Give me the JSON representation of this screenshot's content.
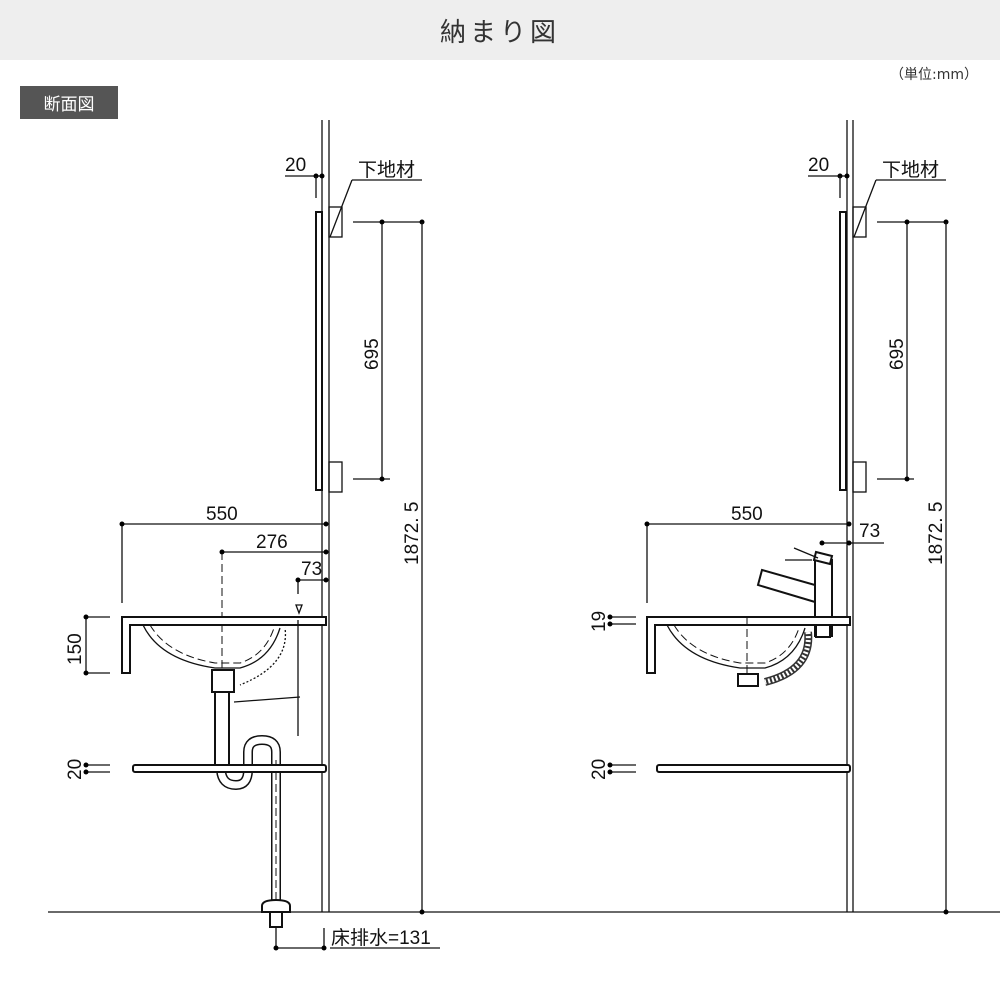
{
  "title": "納まり図",
  "unit": "（単位:mm）",
  "section_label": "断面図",
  "left": {
    "wall_thickness": "20",
    "base_material": "下地材",
    "mirror_height": "695",
    "total_height": "1872. 5",
    "width": "550",
    "drain_offset": "276",
    "faucet_offset": "73",
    "counter_height": "150",
    "shelf_thickness": "20",
    "floor_drain": "床排水=131"
  },
  "right": {
    "wall_thickness": "20",
    "base_material": "下地材",
    "mirror_height": "695",
    "total_height": "1872. 5",
    "width": "550",
    "faucet_offset": "73",
    "counter_thickness": "19",
    "shelf_thickness": "20"
  }
}
